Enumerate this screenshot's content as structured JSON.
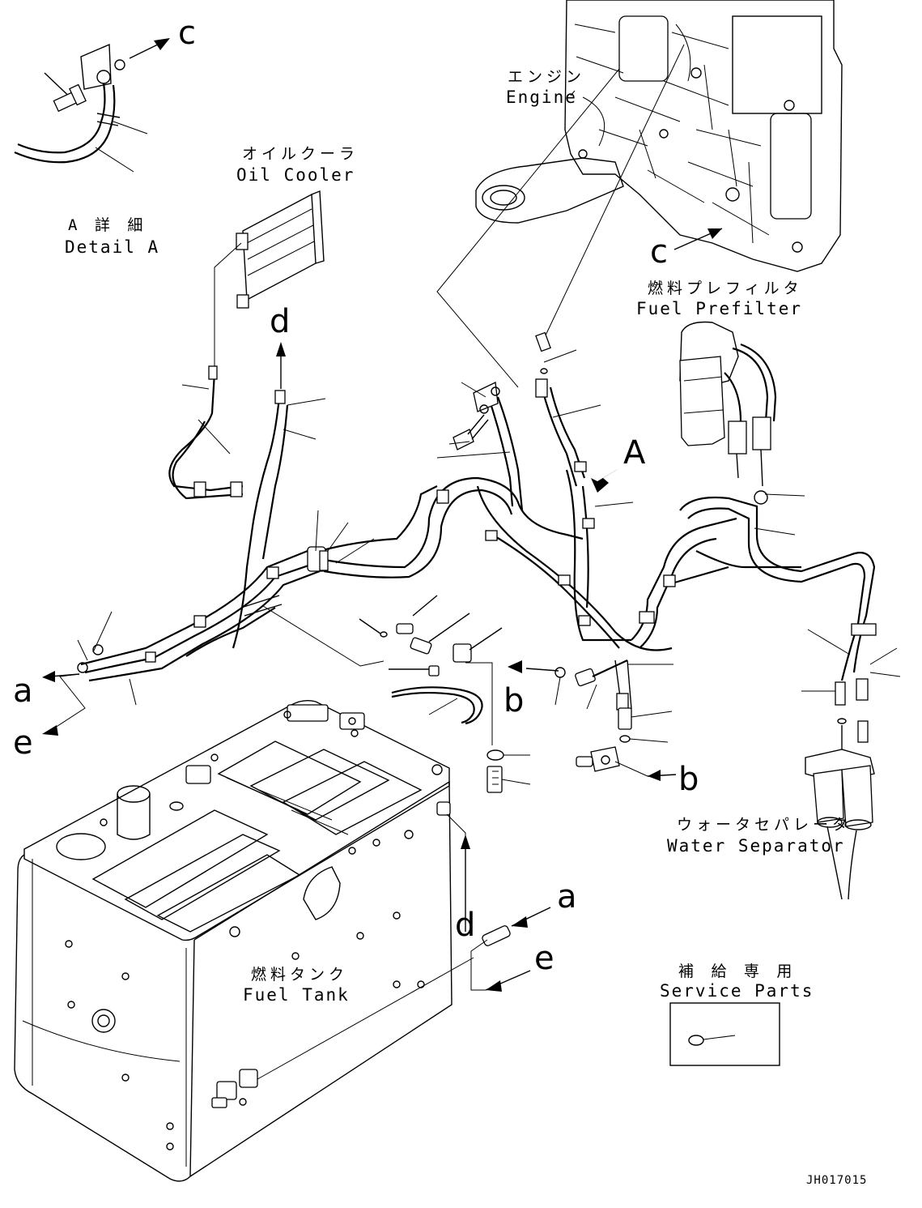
{
  "labels": {
    "engine_jp": "エンジン",
    "engine_en": "Engine",
    "oil_cooler_jp": "オイルクーラ",
    "oil_cooler_en": "Oil Cooler",
    "detail_jp": "A 詳 細",
    "detail_en": "Detail A",
    "prefilter_jp": "燃料プレフィルタ",
    "prefilter_en": "Fuel Prefilter",
    "water_sep_jp": "ウォータセパレータ",
    "water_sep_en": "Water Separator",
    "fuel_tank_jp": "燃料タンク",
    "fuel_tank_en": "Fuel Tank",
    "service_jp": "補 給 専 用",
    "service_en": "Service Parts",
    "doc_id": "JH017015"
  },
  "callouts": {
    "c_top": "c",
    "c_engine": "c",
    "d_top": "d",
    "d_tank": "d",
    "A_view": "A",
    "a_left": "a",
    "a_tank": "a",
    "e_left": "e",
    "e_tank": "e",
    "b_mid": "b",
    "b_valve": "b"
  }
}
